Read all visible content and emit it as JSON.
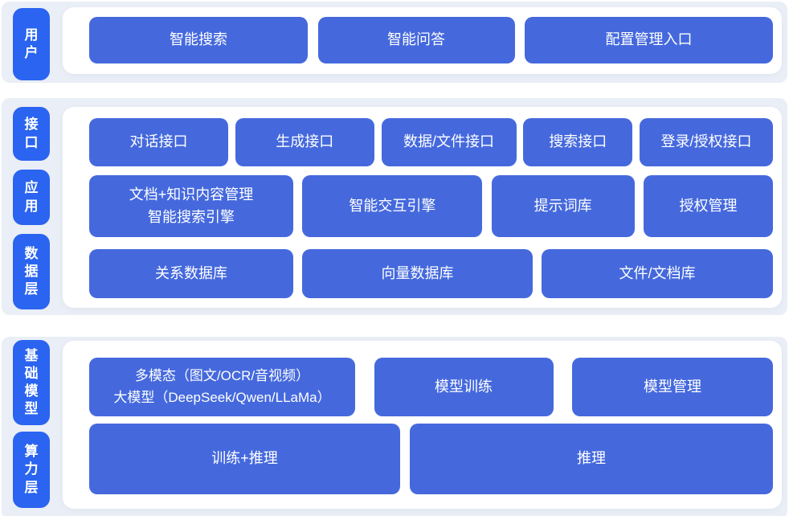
{
  "colors": {
    "label_blue": "#2a64f0",
    "block_blue": "#4569dd",
    "band_bg": "#eaeef6",
    "panel_bg": "#ffffff",
    "text": "#ffffff"
  },
  "layers": {
    "user": {
      "label": "用\n户",
      "buttons": [
        "智能搜索",
        "智能问答",
        "配置管理入口"
      ]
    },
    "interface": {
      "label": "接\n口",
      "buttons": [
        "对话接口",
        "生成接口",
        "数据/文件接口",
        "搜索接口",
        "登录/授权接口"
      ]
    },
    "application": {
      "label": "应\n用",
      "buttons": [
        "文档+知识内容管理\n智能搜索引擎",
        "智能交互引擎",
        "提示词库",
        "授权管理"
      ]
    },
    "data": {
      "label": "数\n据\n层",
      "buttons": [
        "关系数据库",
        "向量数据库",
        "文件/文档库"
      ]
    },
    "foundation_model": {
      "label": "基\n础\n模\n型",
      "buttons": [
        "多模态（图文/OCR/音视频）\n大模型（DeepSeek/Qwen/LLaMa）",
        "模型训练",
        "模型管理"
      ]
    },
    "compute": {
      "label": "算\n力\n层",
      "buttons": [
        "训练+推理",
        "推理"
      ]
    }
  }
}
